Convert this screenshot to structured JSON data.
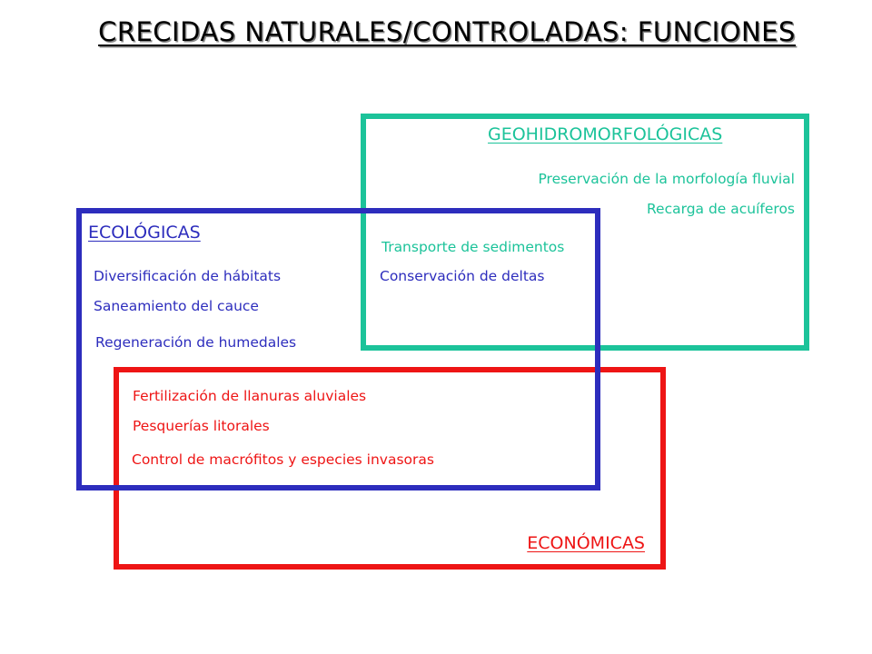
{
  "title": "CRECIDAS NATURALES/CONTROLADAS: FUNCIONES",
  "colors": {
    "geohidromorfologicas": "#1cc39a",
    "ecologicas": "#2d2dbd",
    "economicas": "#ee1515"
  },
  "geohidromorfologicas": {
    "heading": "GEOHIDROMORFOLÓGICAS",
    "items": [
      "Preservación de la morfología fluvial",
      "Recarga de acuíferos"
    ]
  },
  "geo_ecologicas_overlap": {
    "items": [
      "Transporte de sedimentos",
      "Conservación de deltas"
    ]
  },
  "ecologicas": {
    "heading": "ECOLÓGICAS",
    "items": [
      "Diversificación de hábitats",
      "Saneamiento del cauce",
      "Regeneración de humedales"
    ]
  },
  "eco_economicas_overlap": {
    "items": [
      "Fertilización de llanuras aluviales",
      "Pesquerías litorales",
      "Control de macrófitos y especies invasoras"
    ]
  },
  "economicas": {
    "heading": "ECONÓMICAS"
  }
}
